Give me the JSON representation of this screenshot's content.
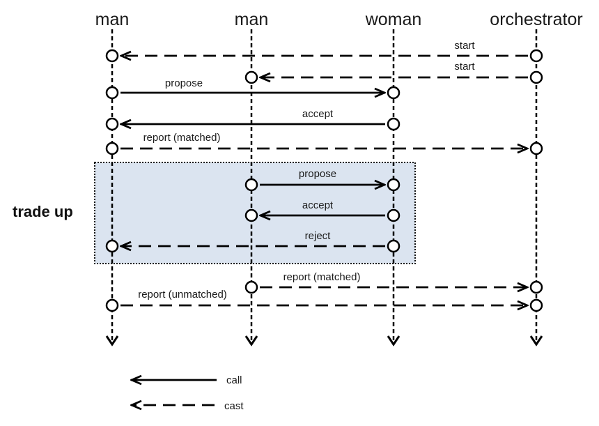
{
  "participants": [
    "man",
    "man",
    "woman",
    "orchestrator"
  ],
  "group": {
    "label": "trade up",
    "fill": "#dbe4f0"
  },
  "messages": [
    {
      "from": 3,
      "to": 0,
      "kind": "cast",
      "label": "start"
    },
    {
      "from": 3,
      "to": 1,
      "kind": "cast",
      "label": "start"
    },
    {
      "from": 0,
      "to": 2,
      "kind": "call",
      "label": "propose"
    },
    {
      "from": 2,
      "to": 0,
      "kind": "call",
      "label": "accept"
    },
    {
      "from": 0,
      "to": 3,
      "kind": "cast",
      "label": "report (matched)"
    },
    {
      "from": 1,
      "to": 2,
      "kind": "call",
      "label": "propose"
    },
    {
      "from": 2,
      "to": 1,
      "kind": "call",
      "label": "accept"
    },
    {
      "from": 2,
      "to": 0,
      "kind": "cast",
      "label": "reject"
    },
    {
      "from": 1,
      "to": 3,
      "kind": "cast",
      "label": "report (matched)"
    },
    {
      "from": 0,
      "to": 3,
      "kind": "cast",
      "label": "report (unmatched)"
    }
  ],
  "legend": [
    {
      "kind": "call",
      "label": "call"
    },
    {
      "kind": "cast",
      "label": "cast"
    }
  ]
}
